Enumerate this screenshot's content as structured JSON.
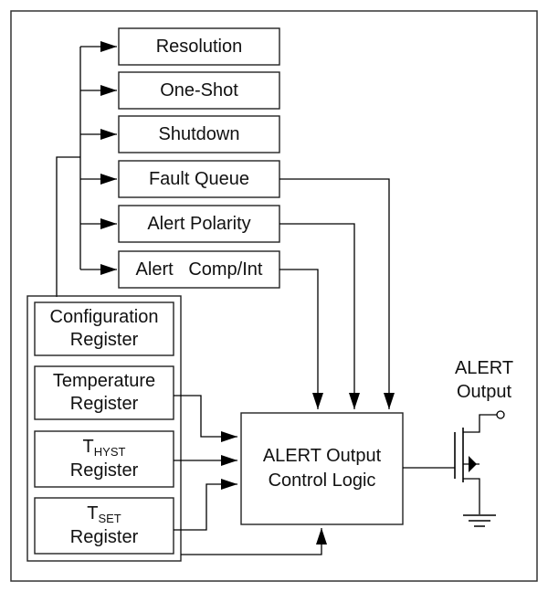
{
  "diagram": {
    "config_bits": {
      "resolution": "Resolution",
      "one_shot": "One-Shot",
      "shutdown": "Shutdown",
      "fault_queue": "Fault Queue",
      "alert_polarity": "Alert Polarity",
      "alert_comp_int": "Alert   Comp/Int"
    },
    "registers": {
      "configuration": [
        "Configuration",
        "Register"
      ],
      "temperature": [
        "Temperature",
        "Register"
      ],
      "thyst": {
        "main": "T",
        "sub": "HYST",
        "line2": "Register"
      },
      "tset": {
        "main": "T",
        "sub": "SET",
        "line2": "Register"
      }
    },
    "logic_block": [
      "ALERT Output",
      "Control Logic"
    ],
    "output_label": [
      "ALERT",
      "Output"
    ]
  }
}
